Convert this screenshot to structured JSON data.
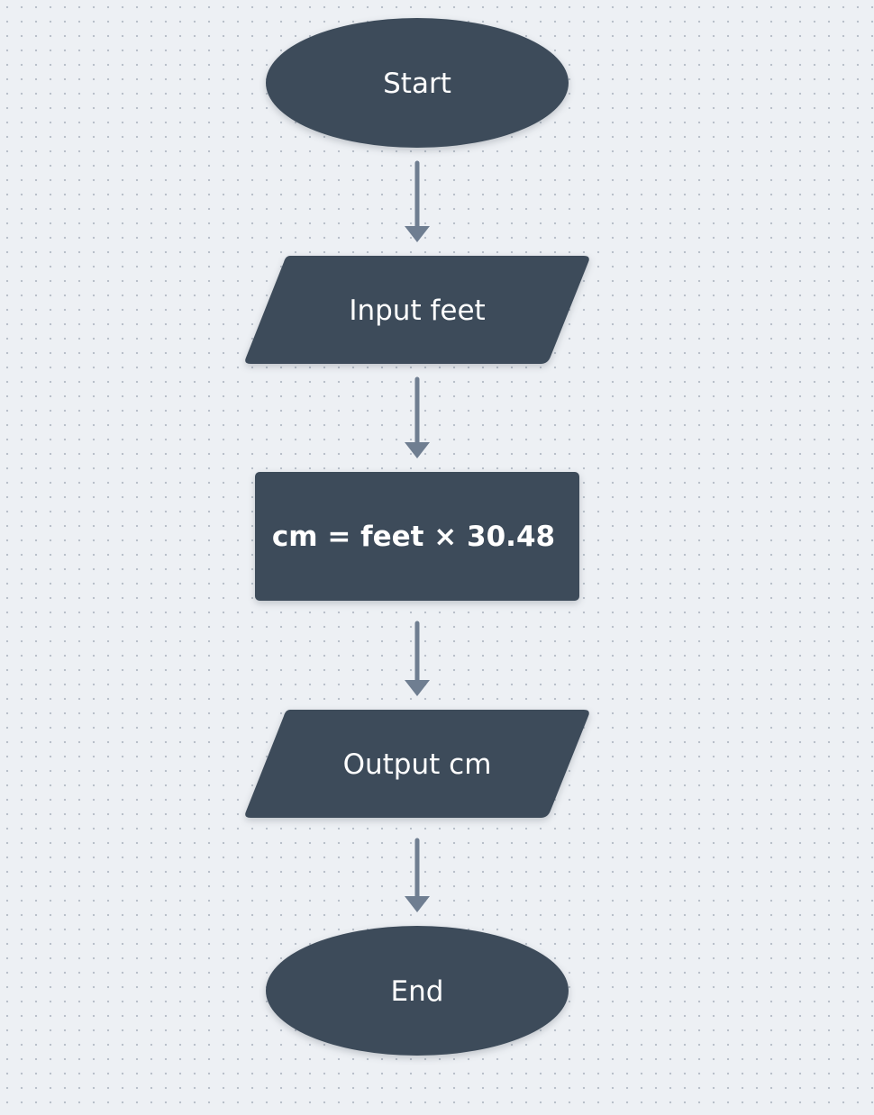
{
  "flowchart": {
    "nodes": [
      {
        "id": "start",
        "type": "terminator",
        "label": "Start"
      },
      {
        "id": "input",
        "type": "io",
        "label": "Input feet"
      },
      {
        "id": "process",
        "type": "process",
        "label": "cm = feet × 30.48"
      },
      {
        "id": "output",
        "type": "io",
        "label": "Output cm"
      },
      {
        "id": "end",
        "type": "terminator",
        "label": "End"
      }
    ],
    "edges": [
      {
        "from": "start",
        "to": "input"
      },
      {
        "from": "input",
        "to": "process"
      },
      {
        "from": "process",
        "to": "output"
      },
      {
        "from": "output",
        "to": "end"
      }
    ]
  },
  "colors": {
    "background": "#edf0f4",
    "node_fill": "#3d4b5a",
    "node_text": "#ffffff",
    "arrow": "#6f7e91",
    "grid_dot": "#b9c0ca"
  }
}
